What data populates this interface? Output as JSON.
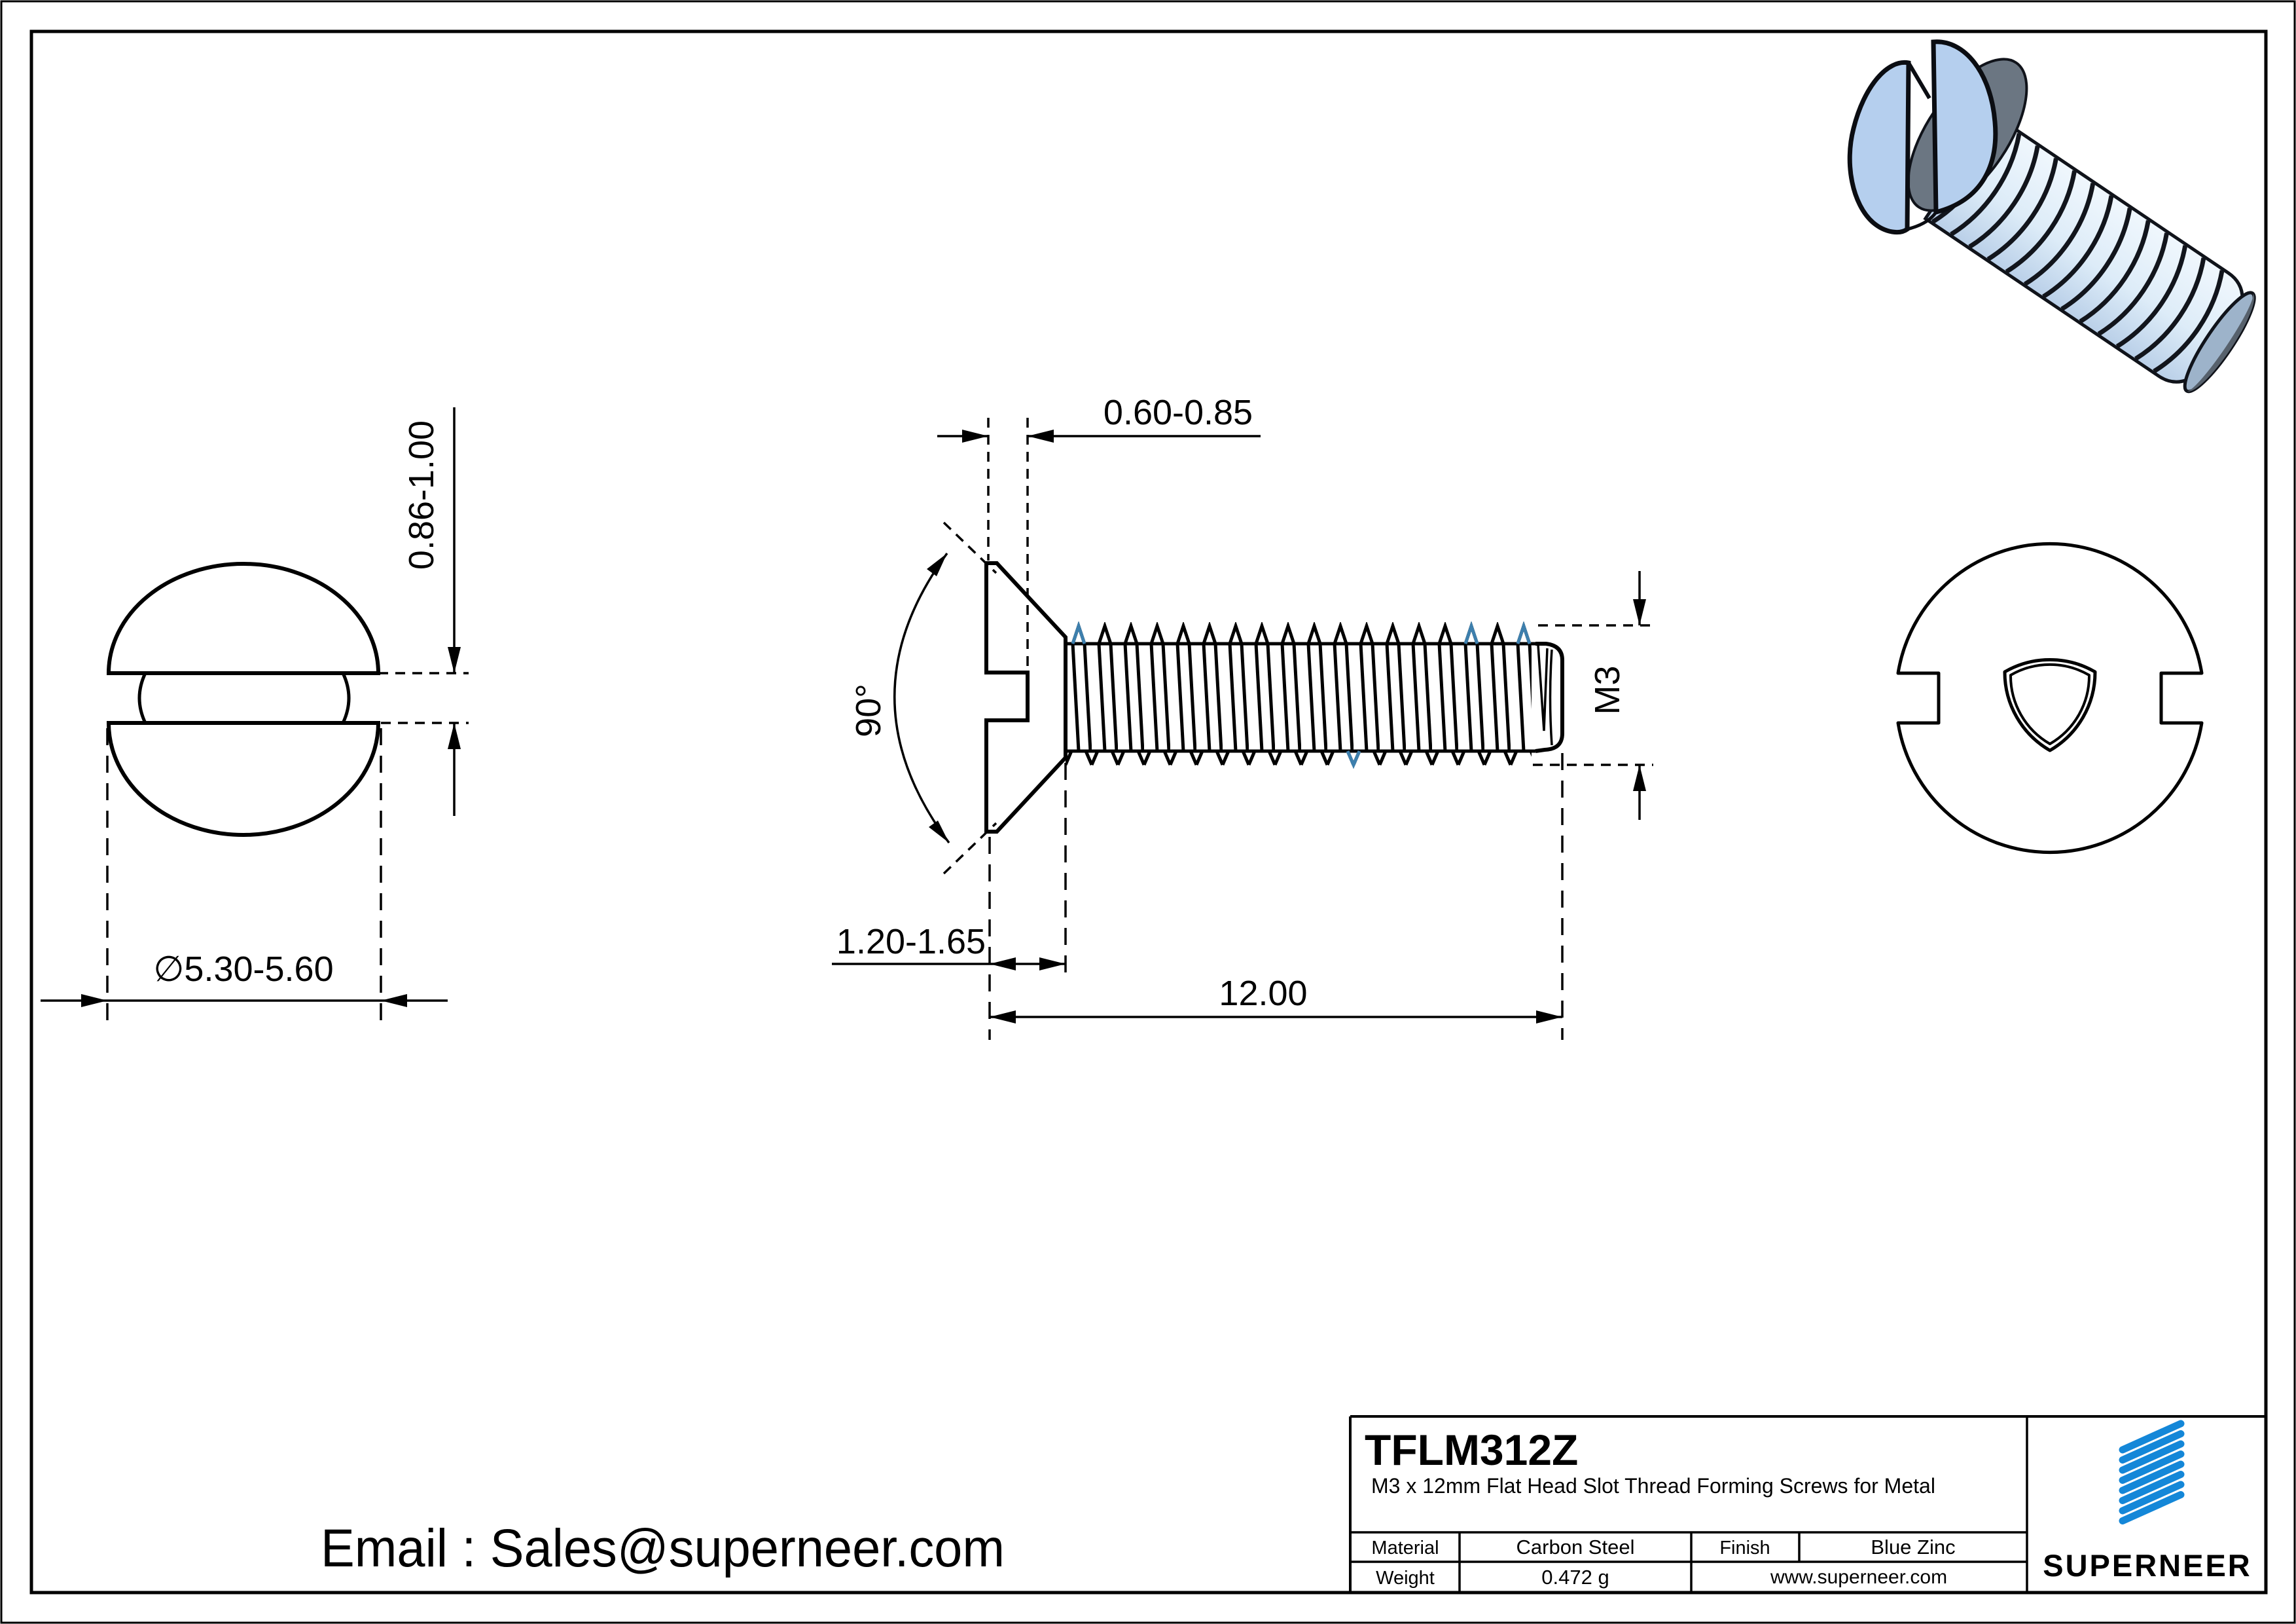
{
  "drawing": {
    "front_view": {
      "slot_height_dim": "0.86-1.00",
      "head_diameter_dim": "∅5.30-5.60"
    },
    "side_view": {
      "slot_width_dim": "0.60-0.85",
      "countersink_angle_dim": "90°",
      "head_height_dim": "1.20-1.65",
      "length_dim": "12.00",
      "thread_size_dim": "M3"
    }
  },
  "contact": {
    "email": "Email : Sales@superneer.com"
  },
  "title_block": {
    "part_number": "TFLM312Z",
    "description": "M3 x 12mm Flat Head Slot Thread Forming Screws for Metal",
    "material_label": "Material",
    "material_value": "Carbon Steel",
    "finish_label": "Finish",
    "finish_value": "Blue Zinc",
    "weight_label": "Weight",
    "weight_value": "0.472 g",
    "website": "www.superneer.com",
    "brand": "SUPERNEER"
  },
  "colors": {
    "accent_blue": "#1487d8",
    "thread_tip_blue": "#3d7fad",
    "render_light_blue": "#b5cfee",
    "render_pale_blue": "#ddecf8",
    "render_shadow": "#5f6a75",
    "line_black": "#000000"
  }
}
